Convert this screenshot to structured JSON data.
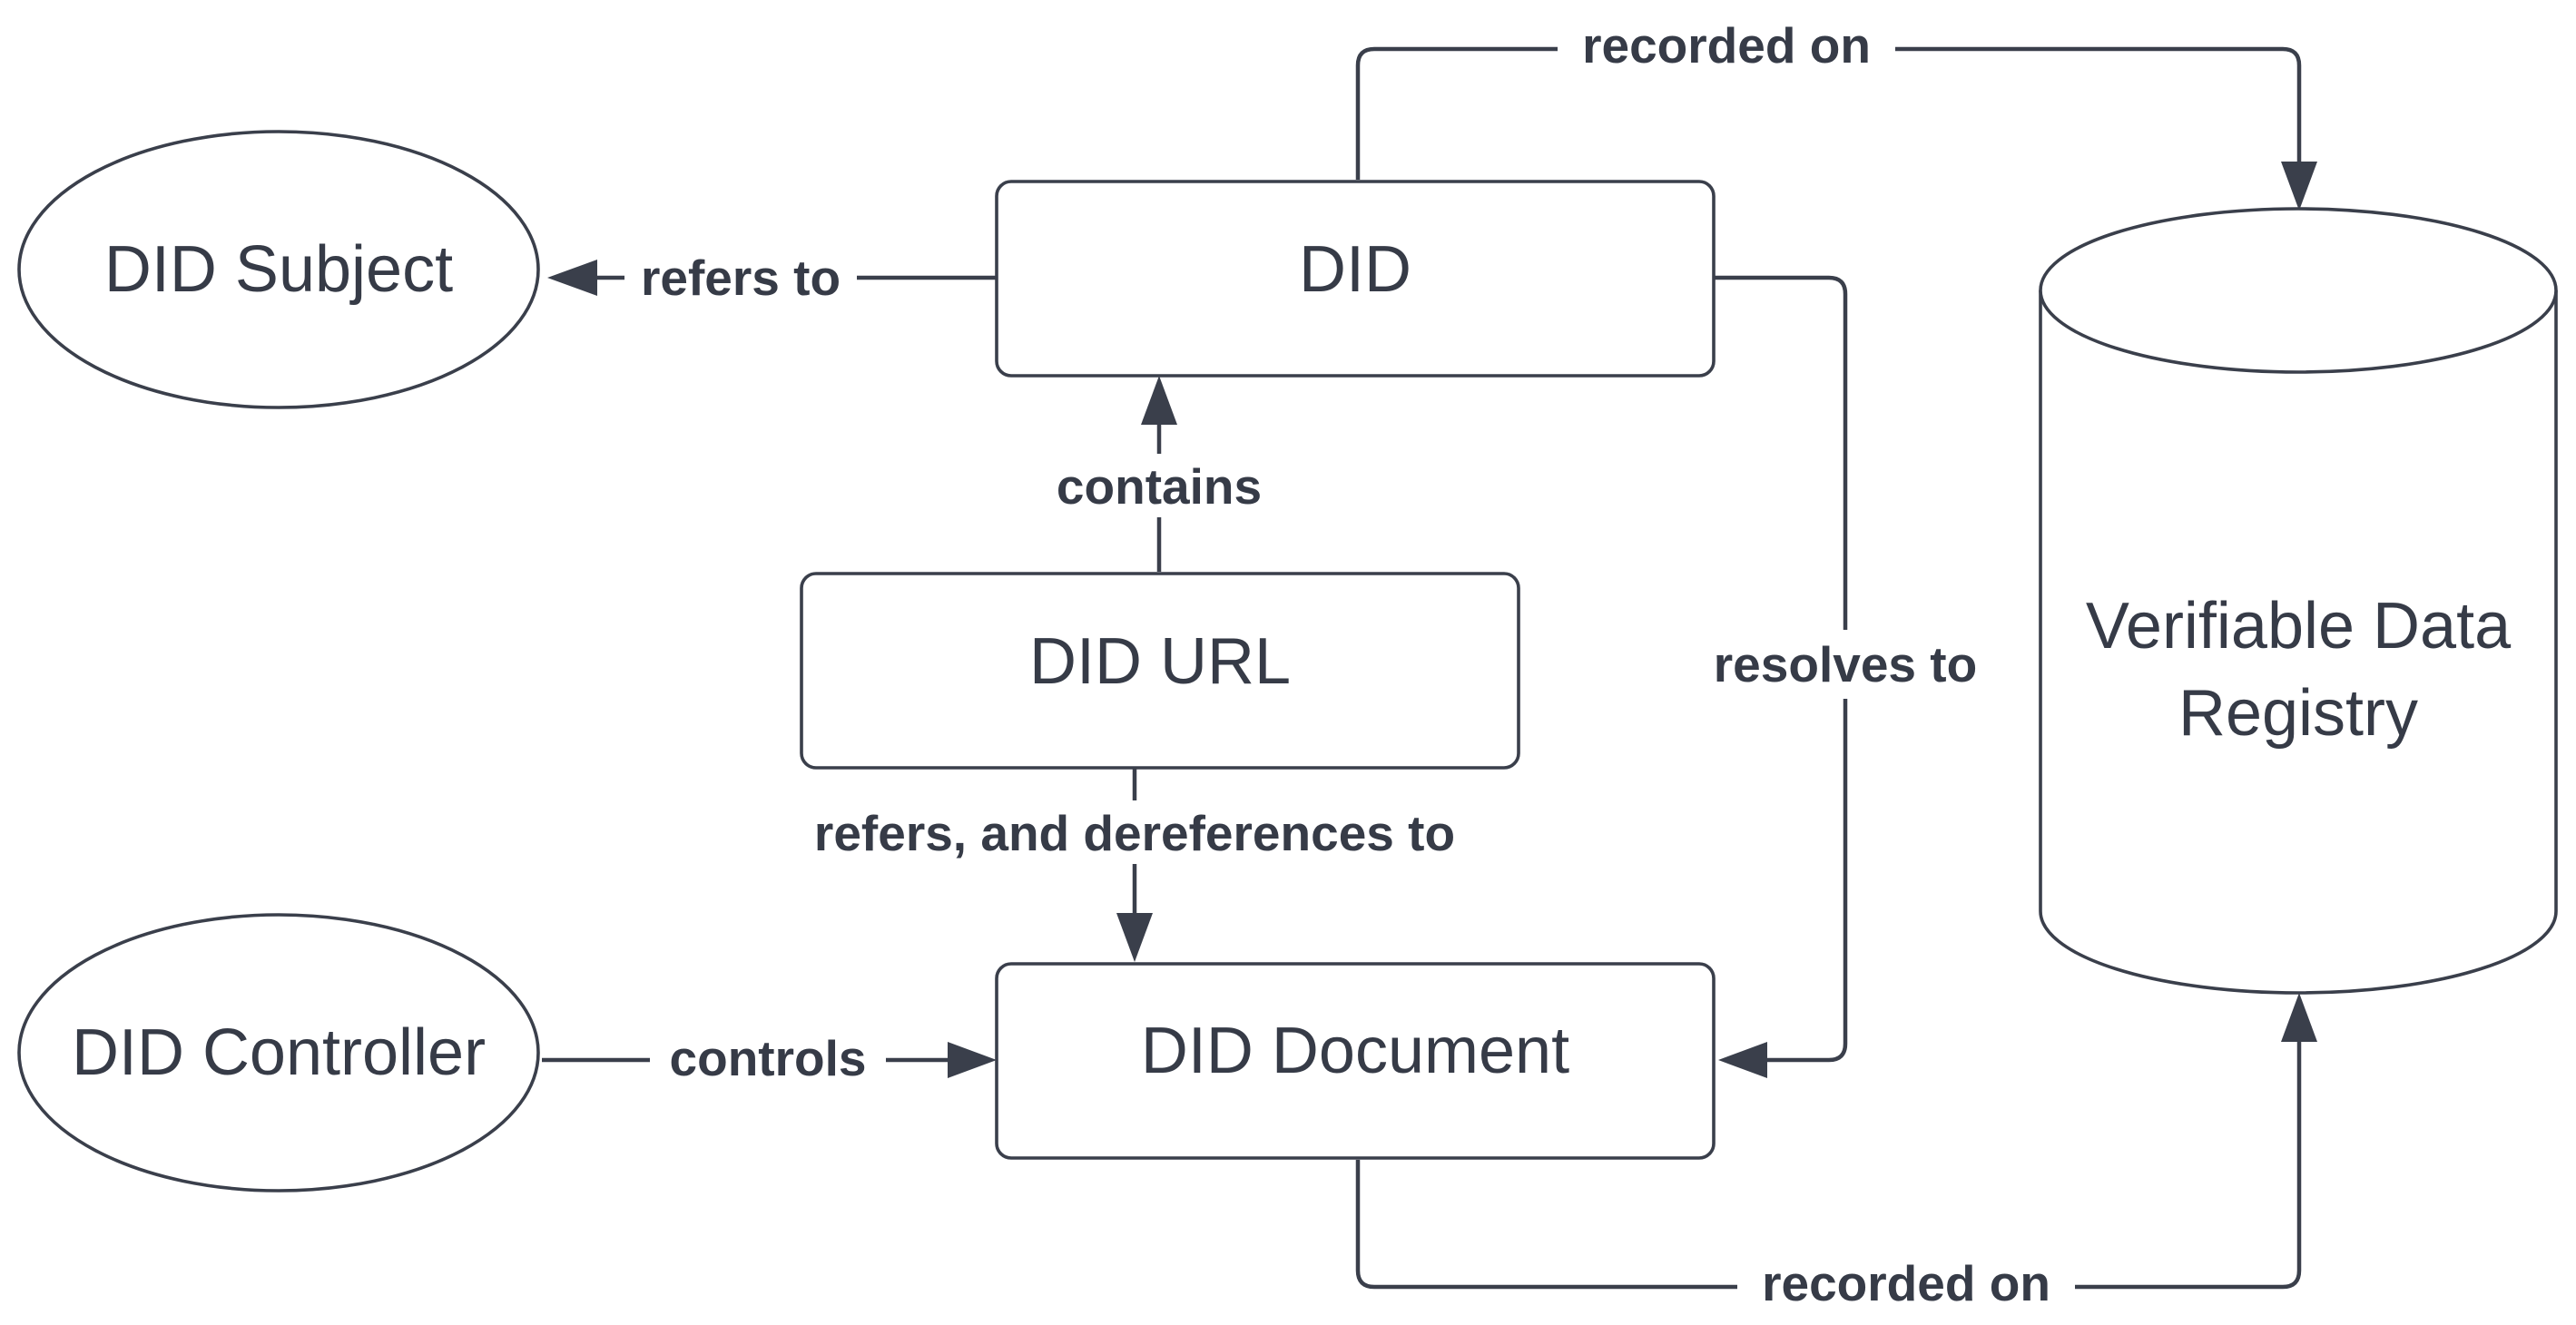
{
  "nodes": {
    "did_subject": "DID Subject",
    "did": "DID",
    "did_url": "DID URL",
    "did_controller": "DID Controller",
    "did_document": "DID Document",
    "registry_line1": "Verifiable Data",
    "registry_line2": "Registry"
  },
  "edges": {
    "refers_to": "refers to",
    "contains": "contains",
    "refers_dereferences": "refers, and dereferences to",
    "controls": "controls",
    "resolves_to": "resolves to",
    "recorded_on_top": "recorded on",
    "recorded_on_bottom": "recorded on"
  },
  "colors": {
    "stroke": "#3a3f4b",
    "text": "#363b47",
    "background": "#ffffff"
  }
}
